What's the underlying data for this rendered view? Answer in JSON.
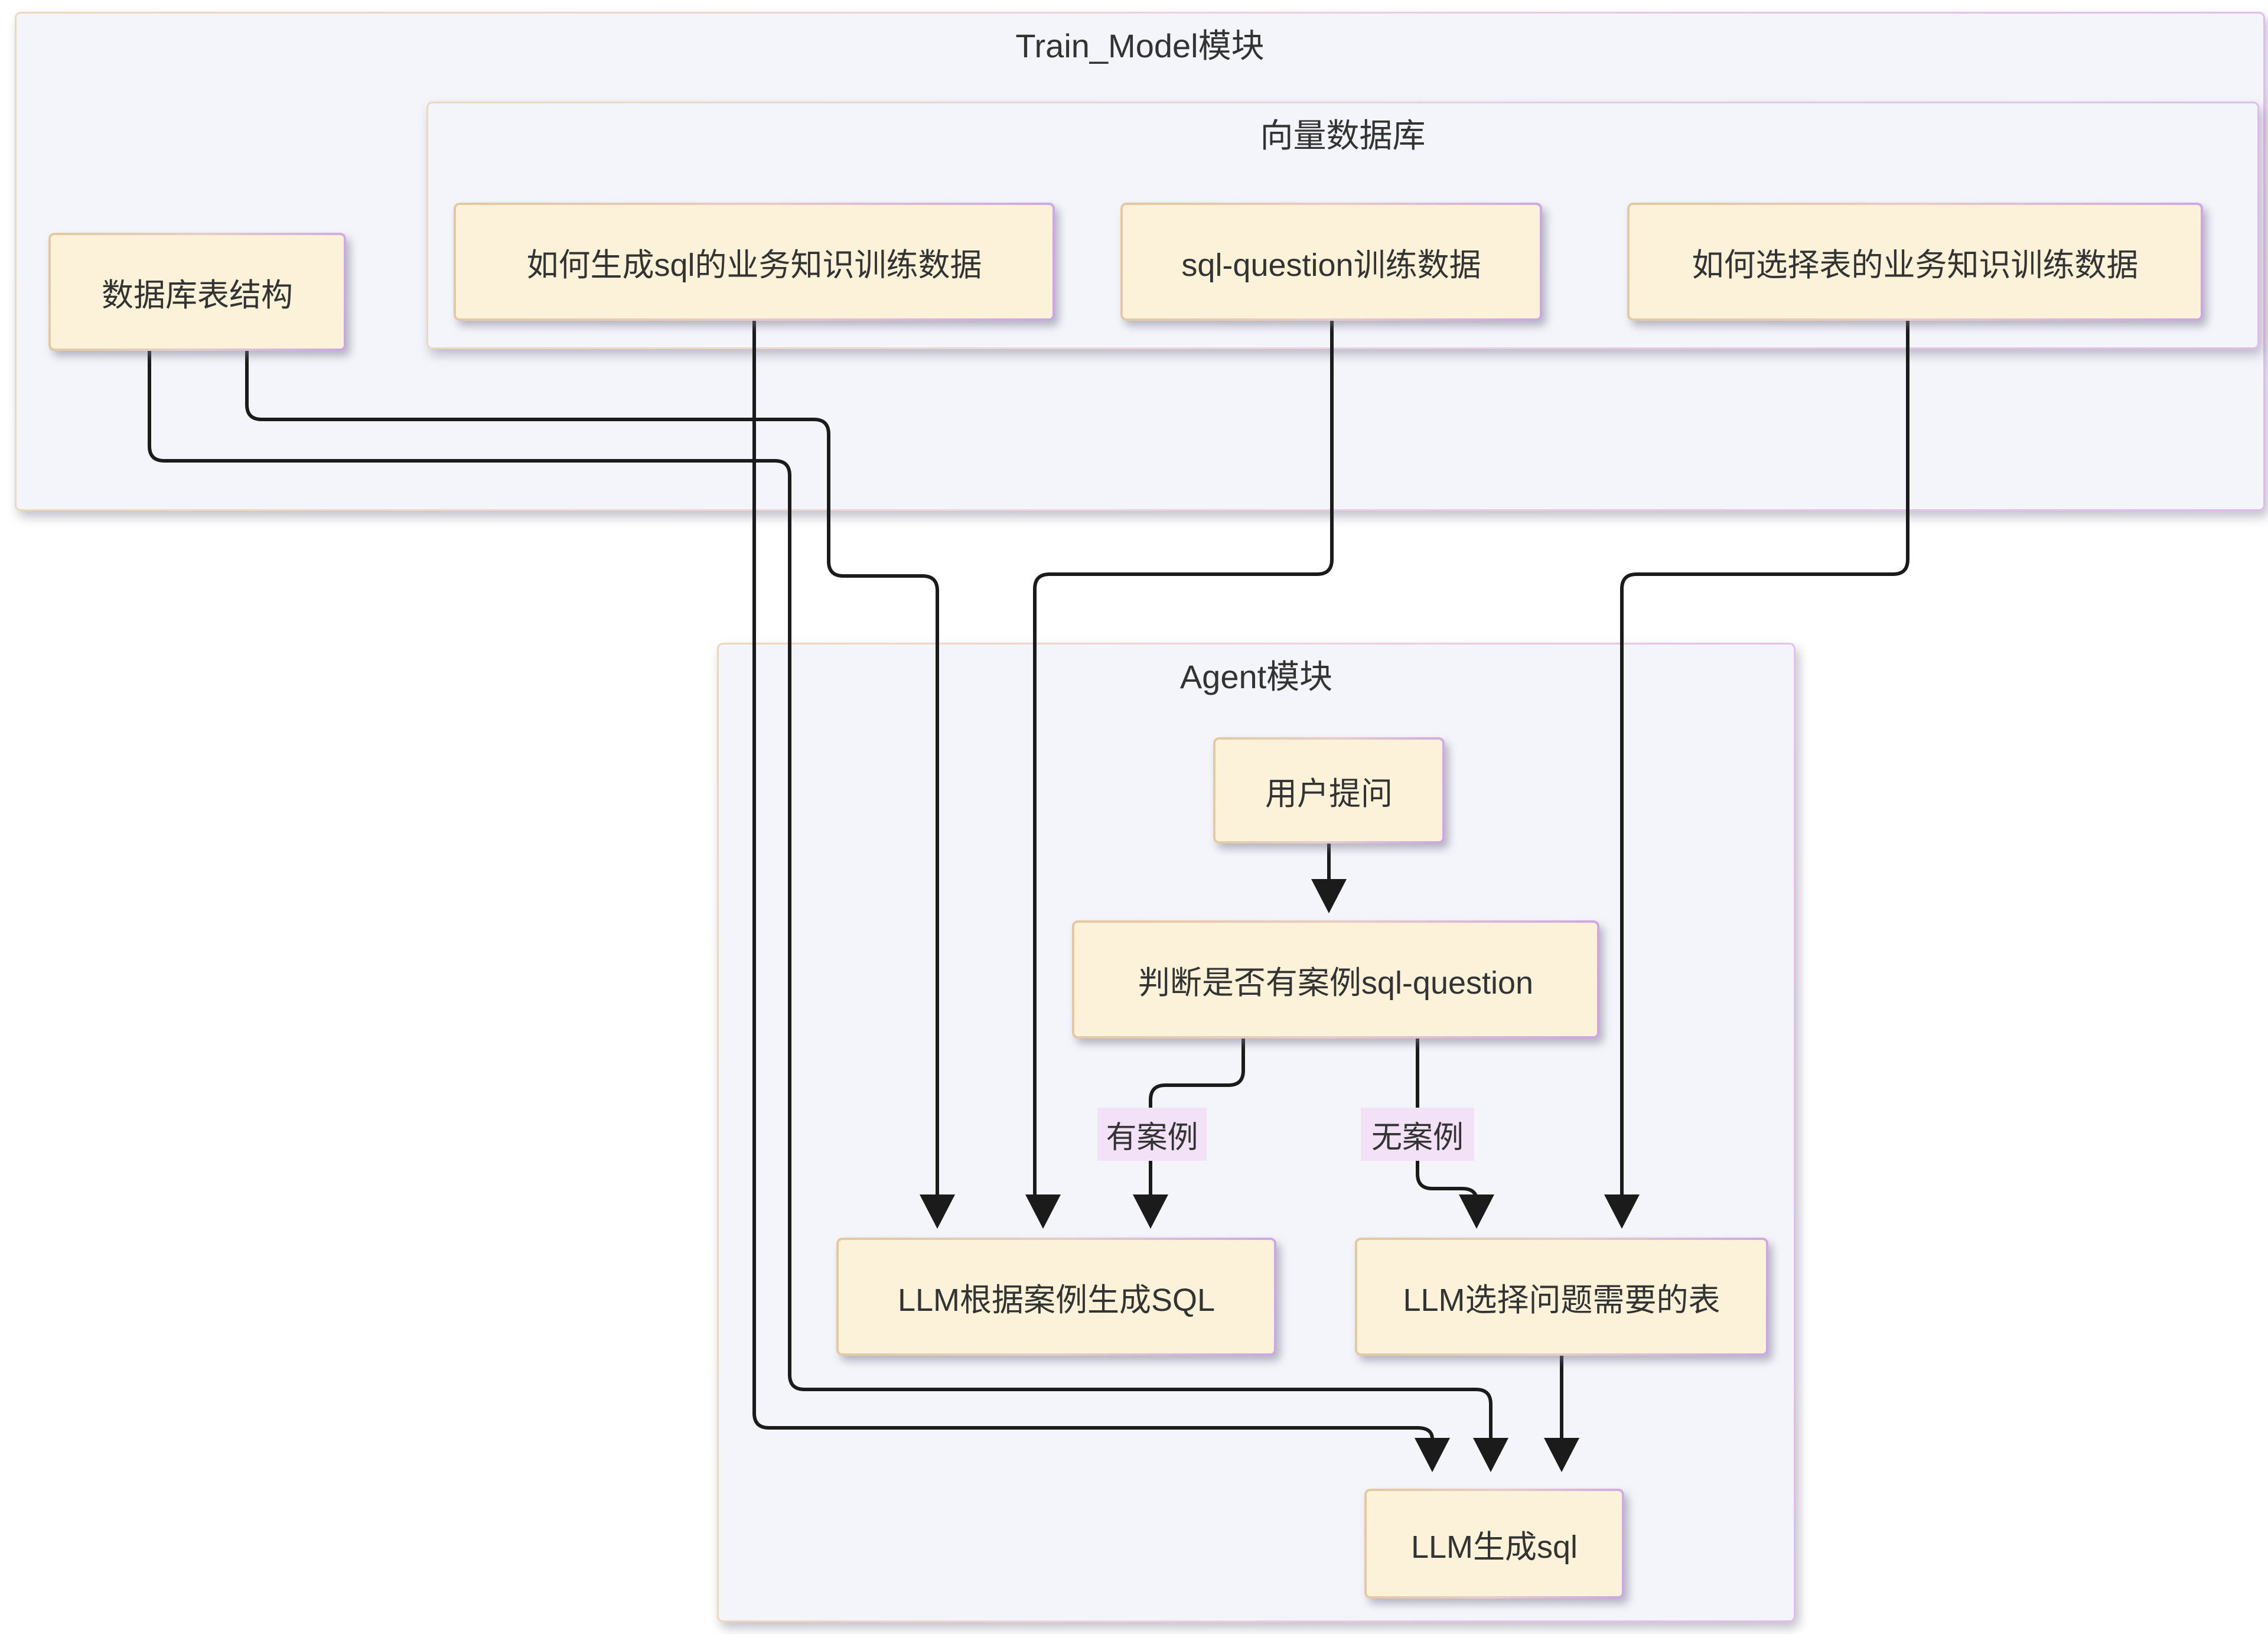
{
  "diagram": {
    "containers": {
      "train_model": {
        "label": "Train_Model模块"
      },
      "vector_db": {
        "label": "向量数据库"
      },
      "agent": {
        "label": "Agent模块"
      }
    },
    "nodes": {
      "db_schema": {
        "label": "数据库表结构"
      },
      "gen_sql_knowledge": {
        "label": "如何生成sql的业务知识训练数据"
      },
      "sql_question_data": {
        "label": "sql-question训练数据"
      },
      "select_table_knowledge": {
        "label": "如何选择表的业务知识训练数据"
      },
      "user_question": {
        "label": "用户提问"
      },
      "judge_case": {
        "label": "判断是否有案例sql-question"
      },
      "llm_case_sql": {
        "label": "LLM根据案例生成SQL"
      },
      "llm_select_table": {
        "label": "LLM选择问题需要的表"
      },
      "llm_gen_sql": {
        "label": "LLM生成sql"
      }
    },
    "edge_labels": {
      "has_case": {
        "label": "有案例"
      },
      "no_case": {
        "label": "无案例"
      }
    },
    "edges": [
      {
        "from": "用户提问",
        "to": "判断是否有案例sql-question",
        "label": ""
      },
      {
        "from": "判断是否有案例sql-question",
        "to": "LLM根据案例生成SQL",
        "label": "有案例"
      },
      {
        "from": "判断是否有案例sql-question",
        "to": "LLM选择问题需要的表",
        "label": "无案例"
      },
      {
        "from": "数据库表结构",
        "to": "LLM根据案例生成SQL",
        "label": ""
      },
      {
        "from": "数据库表结构",
        "to": "LLM生成sql",
        "label": ""
      },
      {
        "from": "如何生成sql的业务知识训练数据",
        "to": "LLM生成sql",
        "label": ""
      },
      {
        "from": "sql-question训练数据",
        "to": "LLM根据案例生成SQL",
        "label": ""
      },
      {
        "from": "如何选择表的业务知识训练数据",
        "to": "LLM选择问题需要的表",
        "label": ""
      },
      {
        "from": "LLM选择问题需要的表",
        "to": "LLM生成sql",
        "label": ""
      }
    ],
    "colors": {
      "node_fill": "#fcf2da",
      "container_fill": "#f4f5fb",
      "edge": "#1b1b1b",
      "edge_label_bg": "#f3e1f8",
      "text": "#333333",
      "border_grad_a": "#e3c99e",
      "border_grad_b": "#cba5e8"
    }
  }
}
